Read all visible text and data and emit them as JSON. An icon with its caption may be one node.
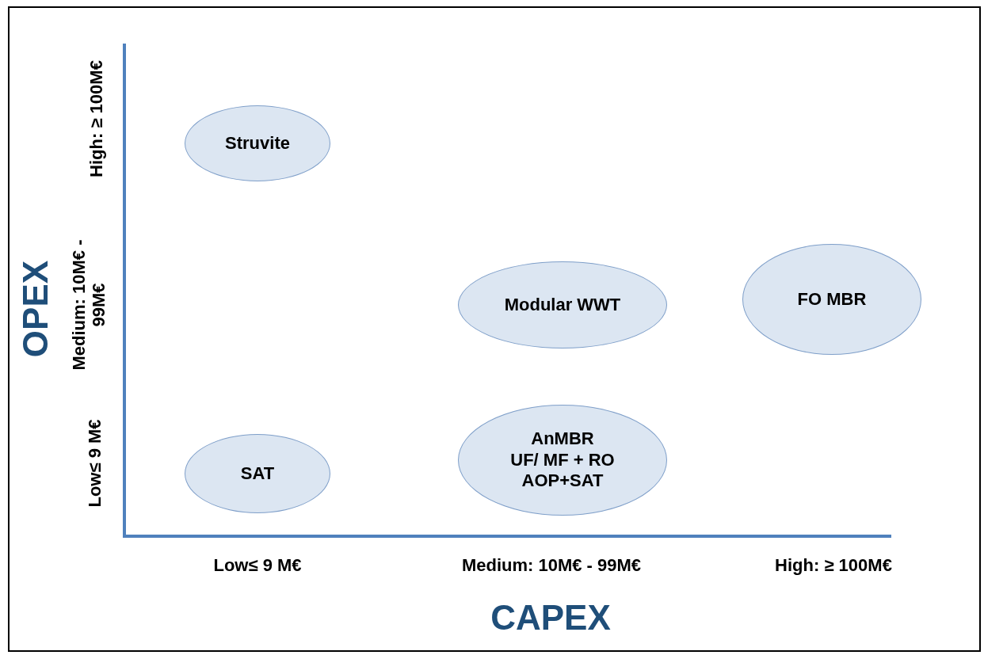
{
  "diagram": {
    "nodes": [
      {
        "text": [
          "Struvite"
        ]
      },
      {
        "text": [
          "Modular WWT"
        ]
      },
      {
        "text": [
          "FO MBR"
        ]
      },
      {
        "text": [
          "SAT"
        ]
      },
      {
        "text": [
          "AnMBR",
          "UF/ MF + RO",
          "AOP+SAT"
        ]
      }
    ],
    "labels": [
      "High: ≥ 100M€",
      "Medium: 10M€ - 99M€",
      "Low≤ 9 M€",
      "OPEX",
      "Low≤ 9 M€",
      "Medium: 10M€ - 99M€",
      "High: ≥ 100M€",
      "CAPEX"
    ]
  }
}
